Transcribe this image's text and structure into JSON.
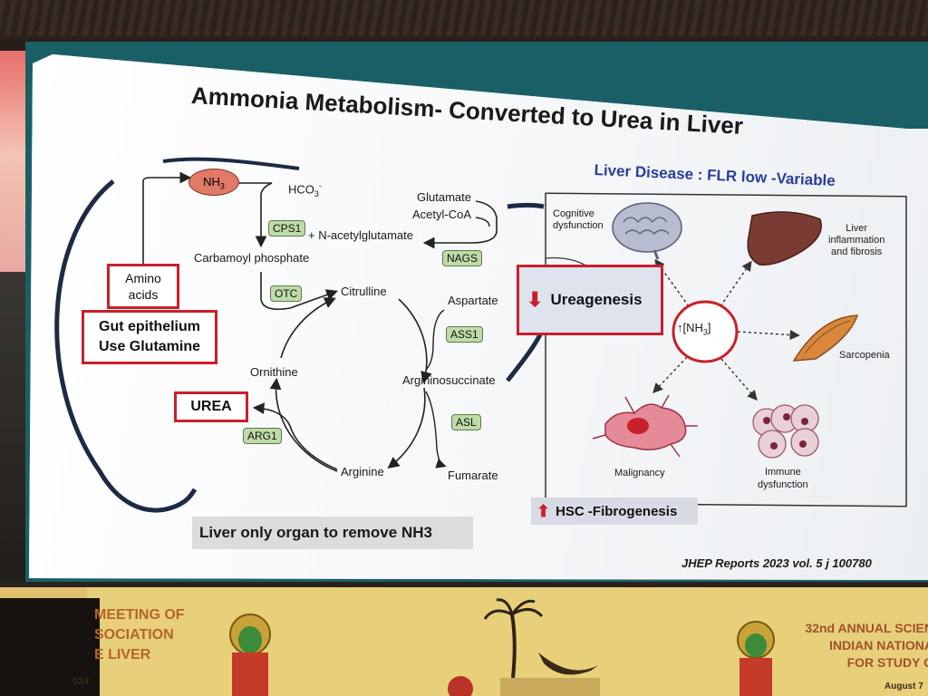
{
  "slide": {
    "title": "Ammonia Metabolism- Converted to Urea in Liver",
    "subtitle": "Liver Disease : FLR  low -Variable",
    "footer_note": "Liver only organ to remove NH3",
    "citation": "JHEP Reports 2023 vol. 5 j 100780"
  },
  "cycle": {
    "nh3": "NH",
    "nh3_sub": "3",
    "hco3": "HCO",
    "hco3_sub": "3",
    "hco3_sup": "-",
    "glutamate": "Glutamate",
    "acetyl_coa": "Acetyl-CoA",
    "cps1": "CPS1",
    "n_acetylglutamate": "+ N-acetylglutamate",
    "nags": "NAGS",
    "carbamoyl_phosphate": "Carbamoyl phosphate",
    "otc": "OTC",
    "citrulline": "Citrulline",
    "aspartate": "Aspartate",
    "ass1": "ASS1",
    "argininosuccinate": "Argininosuccinate",
    "asl": "ASL",
    "fumarate": "Fumarate",
    "arginine": "Arginine",
    "arg1": "ARG1",
    "ornithine": "Ornithine",
    "urea": "UREA",
    "amino_acids_line1": "Amino",
    "amino_acids_line2": "acids",
    "gut_line1": "Gut epithelium",
    "gut_line2": "Use Glutamine"
  },
  "effects": {
    "cognitive": "Cognitive\ndysfunction",
    "liver": "Liver\ninflammation\nand fibrosis",
    "sarcopenia": "Sarcopenia",
    "malignancy": "Malignancy",
    "immune": "Immune\ndysfunction",
    "center_nh3": "[NH",
    "center_sub": "3",
    "center_close": "]",
    "up_arrow": "↑",
    "ureagenesis": "Ureagenesis",
    "down_arrow": "⬇",
    "hsc": "HSC -Fibrogenesis",
    "hsc_arrow": "⬆"
  },
  "banner": {
    "left_line1": "MEETING OF",
    "left_line2": "SOCIATION",
    "left_line3": "E LIVER",
    "year": "024",
    "right_line1": "32nd ANNUAL SCIEN",
    "right_line2": "INDIAN NATIONA",
    "right_line3": "FOR STUDY O",
    "date": "August 7"
  },
  "colors": {
    "accent_red": "#c8202a",
    "title_blue": "#2a3f9a",
    "enzyme_green": "#bfdca8",
    "banner_yellow": "#e8d07a"
  }
}
